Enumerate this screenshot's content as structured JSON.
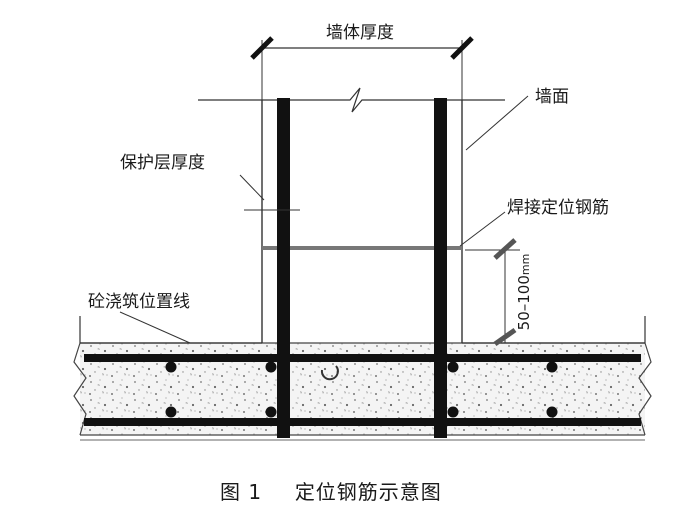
{
  "labels": {
    "wall_thickness": "墙体厚度",
    "wall_face": "墙面",
    "cover_thickness": "保护层厚度",
    "welded_positioning_bar": "焊接定位钢筋",
    "pour_line": "砼浇筑位置线",
    "spacing": "50–100",
    "spacing_unit": "mm"
  },
  "caption": {
    "number": "图 1",
    "title": "定位钢筋示意图"
  },
  "colors": {
    "rebar": "#111111",
    "concrete_fill": "#f2f2f2",
    "line": "#333333"
  }
}
